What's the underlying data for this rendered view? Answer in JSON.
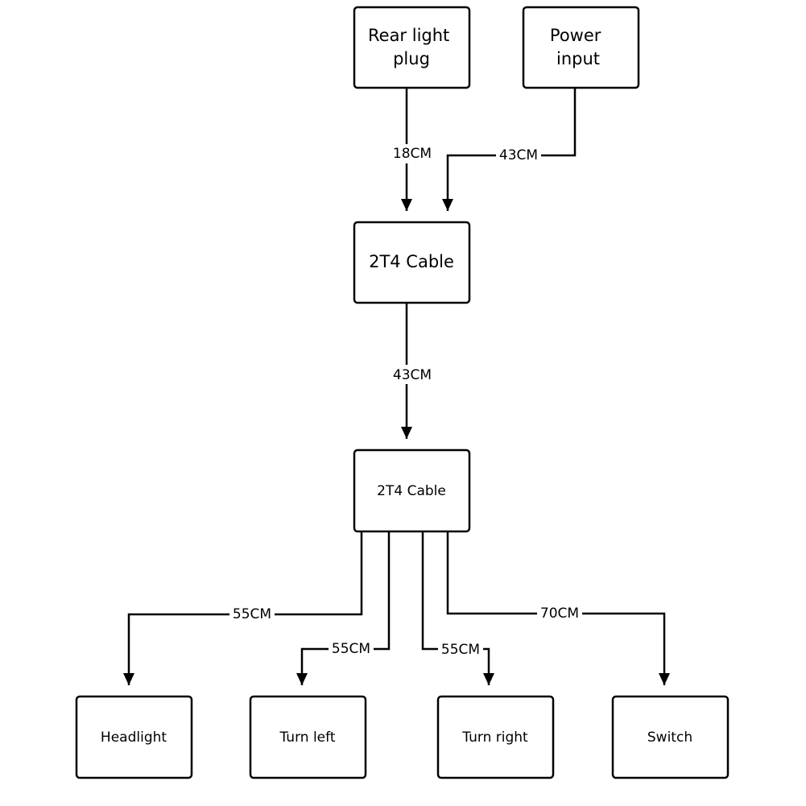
{
  "diagram": {
    "nodes": {
      "rear_light_plug": {
        "lines": [
          "Rear light",
          "plug"
        ]
      },
      "power_input": {
        "lines": [
          "Power",
          "input"
        ]
      },
      "cable_a": {
        "lines": [
          "2T4 Cable"
        ]
      },
      "cable_b": {
        "lines": [
          "2T4 Cable"
        ]
      },
      "headlight": {
        "lines": [
          "Headlight"
        ]
      },
      "turn_left": {
        "lines": [
          "Turn left"
        ]
      },
      "turn_right": {
        "lines": [
          "Turn right"
        ]
      },
      "switch": {
        "lines": [
          "Switch"
        ]
      }
    },
    "edges": {
      "rear_to_cable_a": {
        "label": "18CM"
      },
      "power_to_cable_a": {
        "label": "43CM"
      },
      "cable_a_to_cable_b": {
        "label": "43CM"
      },
      "cable_b_to_headlight": {
        "label": "55CM"
      },
      "cable_b_to_turn_left": {
        "label": "55CM"
      },
      "cable_b_to_turn_right": {
        "label": "55CM"
      },
      "cable_b_to_switch": {
        "label": "70CM"
      }
    },
    "colors": {
      "stroke": "#000000",
      "background": "#ffffff"
    }
  }
}
